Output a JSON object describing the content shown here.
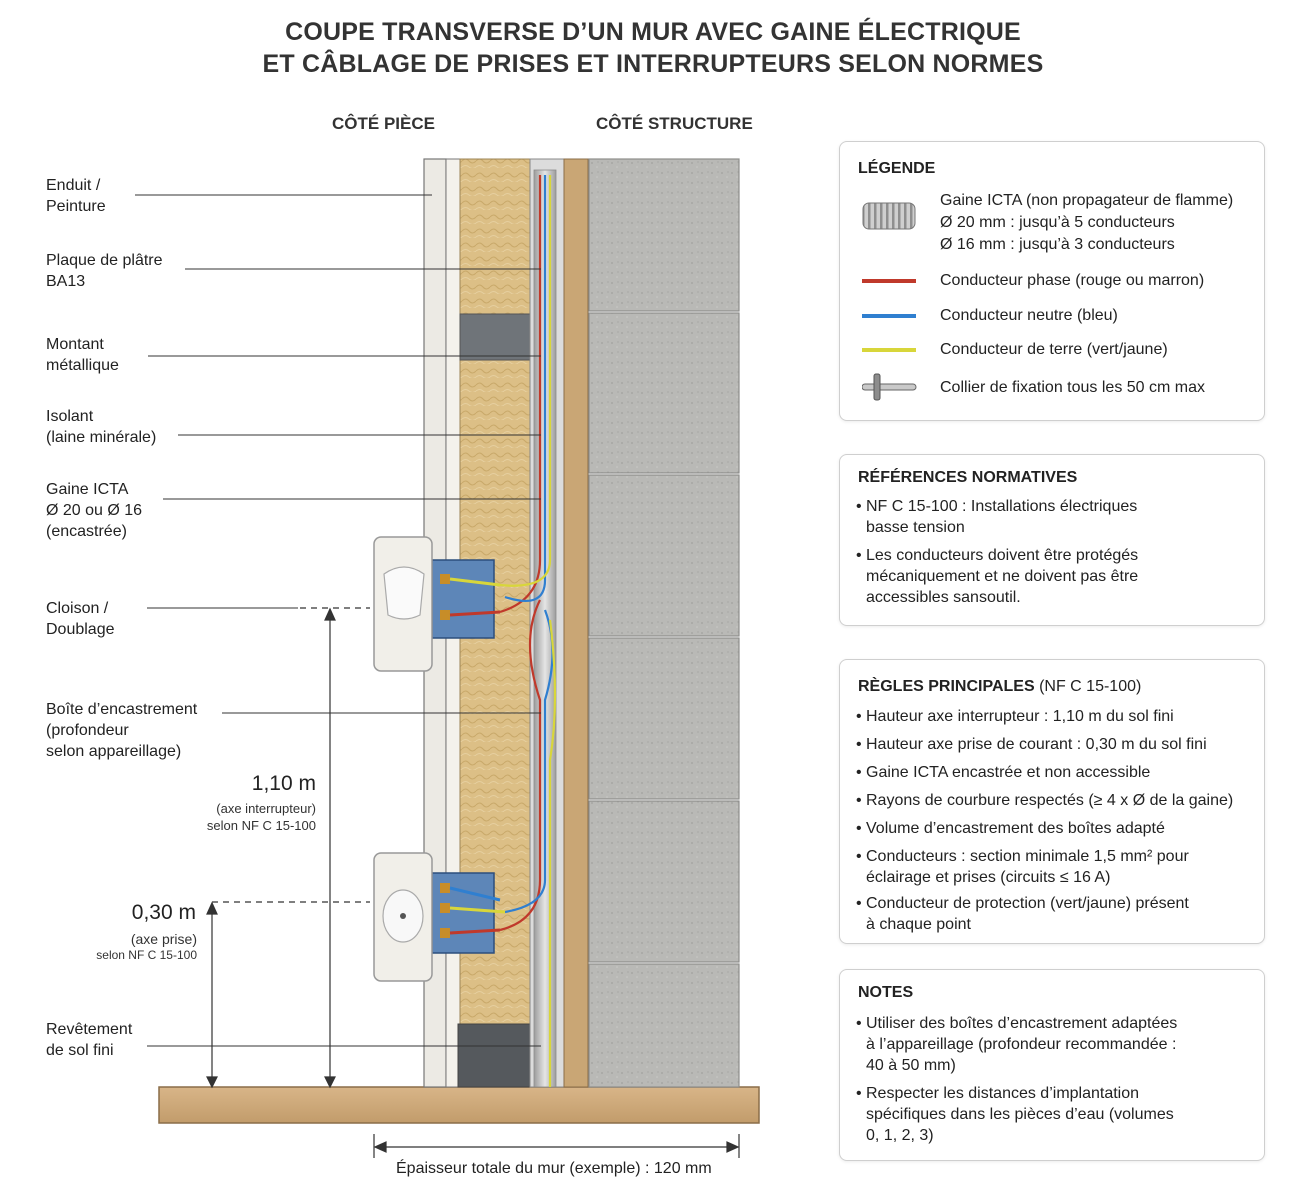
{
  "title": {
    "line1": "COUPE TRANSVERSE D’UN MUR AVEC GAINE ÉLECTRIQUE",
    "line2": "ET CÂBLAGE DE PRISES ET INTERRUPTEURS SELON NORMES"
  },
  "headers": {
    "room_side": "CÔTÉ PIÈCE",
    "structure_side": "CÔTÉ STRUCTURE"
  },
  "labels": [
    {
      "id": "enduit",
      "line1": "Enduit /",
      "line2": "Peinture"
    },
    {
      "id": "plaque",
      "line1": "Plaque de plâtre",
      "line2": "BA13"
    },
    {
      "id": "montant",
      "line1": "Montant",
      "line2": "métallique"
    },
    {
      "id": "isolant",
      "line1": "Isolant",
      "line2": "(laine minérale)"
    },
    {
      "id": "gaine",
      "line1": "Gaine ICTA",
      "line2": "Ø 20 ou Ø 16",
      "line3": "(encastrée)"
    },
    {
      "id": "cloison",
      "line1": "Cloison /",
      "line2": "Doublage"
    },
    {
      "id": "boite",
      "line1": "Boîte d’encastrement",
      "line2": "(profondeur",
      "line3": "selon appareillage)"
    },
    {
      "id": "revetement",
      "line1": "Revêtement",
      "line2": "de sol fini"
    }
  ],
  "dimensions": {
    "switch": {
      "value": "1,10 m",
      "note1": "(axe interrupteur)",
      "note2": "selon NF C 15-100"
    },
    "outlet": {
      "value": "0,30 m",
      "note1": "(axe prise)",
      "note2": "selon NF C 15-100"
    }
  },
  "footer": "Épaisseur totale du mur (exemple) : 120 mm",
  "legend": {
    "title": "LÉGENDE",
    "items": [
      {
        "icon": "conduit-icon",
        "text1": "Gaine ICTA (non propagateur de flamme)",
        "text2": "Ø 20 mm : jusqu’à 5 conducteurs",
        "text3": "Ø 16 mm : jusqu’à 3 conducteurs"
      },
      {
        "icon": "phase-line-icon",
        "color": "#c0392b",
        "text1": "Conducteur phase (rouge ou marron)"
      },
      {
        "icon": "neutral-line-icon",
        "color": "#2f7fd0",
        "text1": "Conducteur neutre (bleu)"
      },
      {
        "icon": "earth-line-icon",
        "color": "#d8d63a",
        "text1": "Conducteur de terre (vert/jaune)"
      },
      {
        "icon": "clamp-icon",
        "text1": "Collier de fixation tous les 50 cm max"
      }
    ]
  },
  "references": {
    "title": "RÉFÉRENCES NORMATIVES",
    "items": [
      {
        "l1": "NF C 15-100 : Installations électriques",
        "l2": "basse tension"
      },
      {
        "l1": "Les conducteurs doivent être protégés",
        "l2": "mécaniquement et ne doivent pas être",
        "l3": "accessibles sansoutil."
      }
    ]
  },
  "rules": {
    "title": "RÈGLES PRINCIPALES",
    "title_norm": "(NF C 15-100)",
    "items": [
      {
        "l1": "Hauteur axe interrupteur : 1,10 m du sol fini"
      },
      {
        "l1": "Hauteur axe prise de courant : 0,30 m du sol fini"
      },
      {
        "l1": "Gaine ICTA encastrée et non accessible"
      },
      {
        "l1": "Rayons de courbure respectés (≥ 4 x Ø de la gaine)"
      },
      {
        "l1": "Volume d’encastrement des boîtes adapté"
      },
      {
        "l1": "Conducteurs : section minimale 1,5 mm² pour",
        "l2": "éclairage et prises (circuits ≤ 16 A)"
      },
      {
        "l1": "Conducteur de protection (vert/jaune) présent",
        "l2": "à chaque point"
      }
    ]
  },
  "notes": {
    "title": "NOTES",
    "items": [
      {
        "l1": "Utiliser des boîtes d’encastrement adaptées",
        "l2": "à l’appareillage (profondeur recommandée :",
        "l3": "40 à 50 mm)"
      },
      {
        "l1": "Respecter les distances d’implantation",
        "l2": "spécifiques dans les pièces d’eau (volumes",
        "l3": "0, 1, 2, 3)"
      }
    ]
  }
}
